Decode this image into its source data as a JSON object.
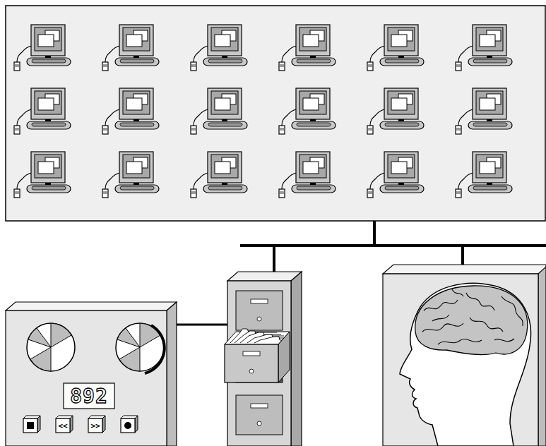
{
  "diagram": {
    "labels": [
      "892",
      "<<",
      ">>"
    ]
  }
}
